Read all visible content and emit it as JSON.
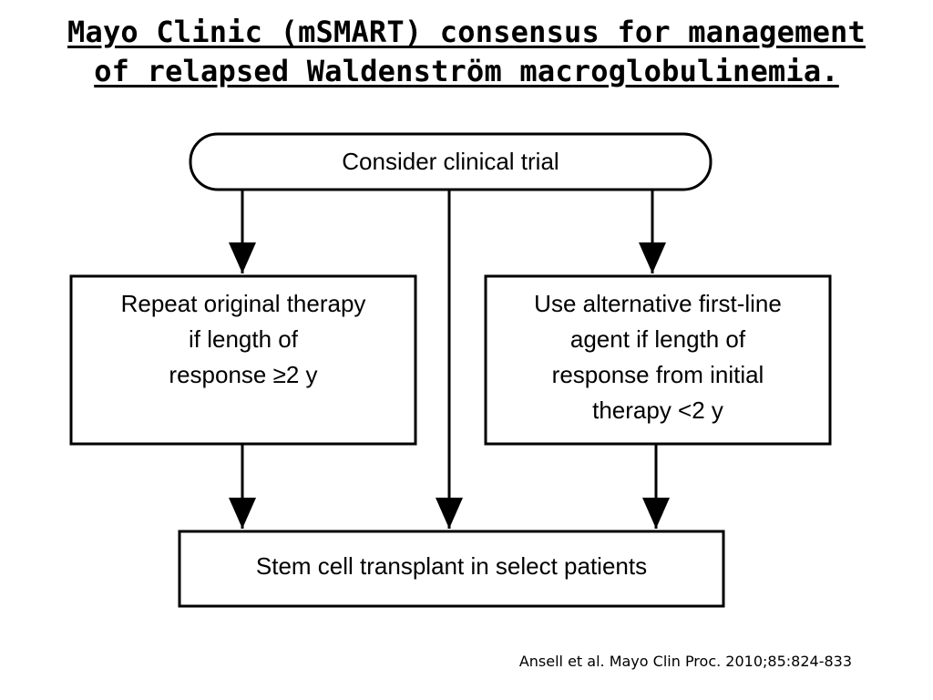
{
  "title": {
    "line1": "Mayo Clinic (mSMART) consensus for management",
    "line2": "of relapsed Waldenström macroglobulinemia."
  },
  "flowchart": {
    "top_node": "Consider clinical trial",
    "left_node": {
      "line1": "Repeat original therapy",
      "line2": "if length of",
      "line3": "response ≥2 y"
    },
    "right_node": {
      "line1": "Use alternative first-line",
      "line2": "agent if length of",
      "line3": "response from initial",
      "line4": "therapy <2 y"
    },
    "bottom_node": "Stem cell transplant in select patients"
  },
  "citation": "Ansell et al. Mayo Clin Proc. 2010;85:824-833"
}
